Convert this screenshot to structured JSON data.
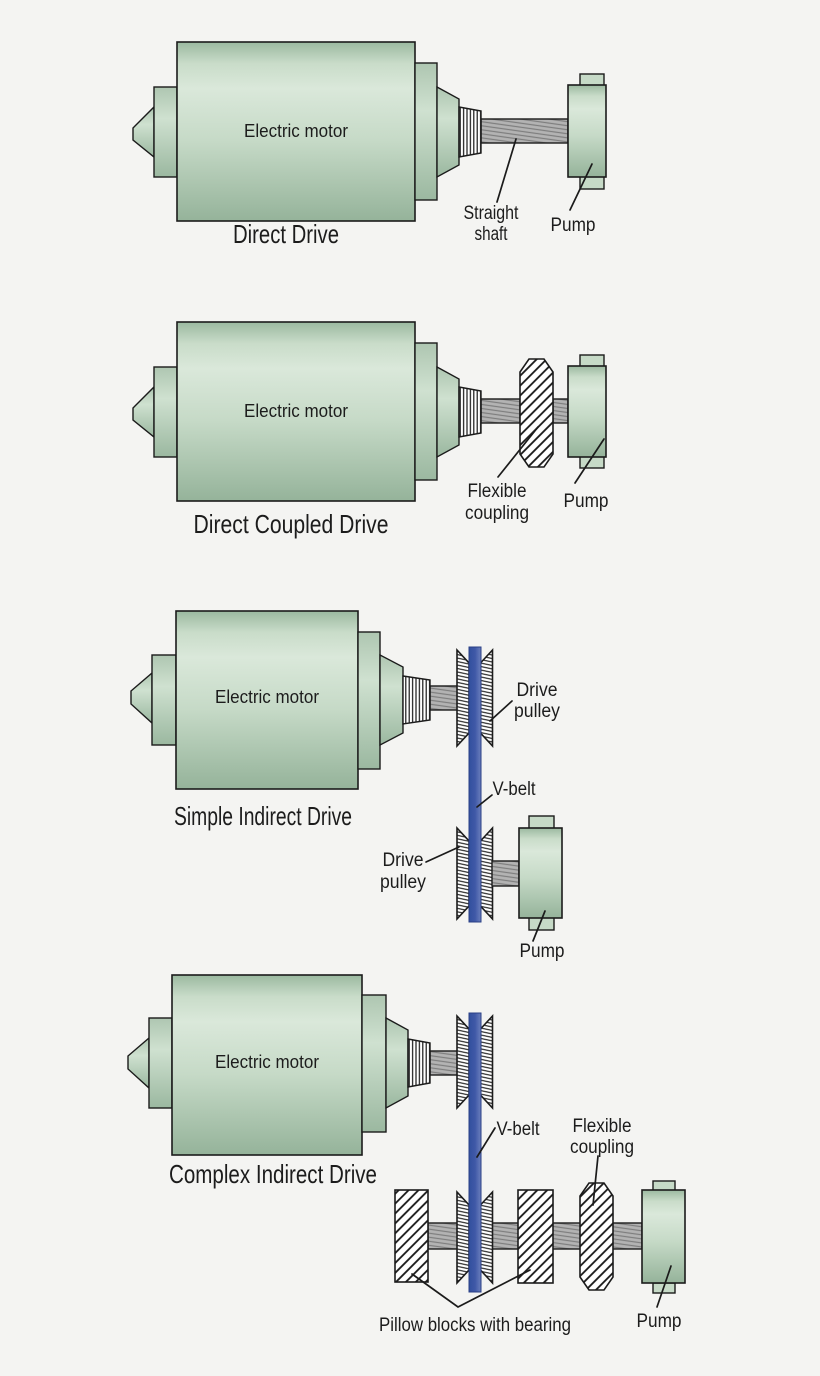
{
  "figure": {
    "description_colors": {
      "motor_green_light": "#dae8da",
      "motor_green_dark": "#95b39a",
      "belt_blue": "#3f58a7",
      "outline": "#1b1b1b",
      "background": "#f4f4f2",
      "shaft_gray": "#b3b3b3"
    }
  },
  "sections": [
    {
      "id": "direct-drive",
      "caption": "Direct Drive",
      "motor_label": "Electric motor",
      "labels": {
        "shaft_line1": "Straight",
        "shaft_line2": "shaft",
        "pump": "Pump"
      }
    },
    {
      "id": "direct-coupled-drive",
      "caption": "Direct Coupled Drive",
      "motor_label": "Electric motor",
      "labels": {
        "coupling_line1": "Flexible",
        "coupling_line2": "coupling",
        "pump": "Pump"
      }
    },
    {
      "id": "simple-indirect-drive",
      "caption": "Simple Indirect Drive",
      "motor_label": "Electric motor",
      "labels": {
        "pulley_top_line1": "Drive",
        "pulley_top_line2": "pulley",
        "vbelt": "V-belt",
        "pulley_bottom_line1": "Drive",
        "pulley_bottom_line2": "pulley",
        "pump": "Pump"
      }
    },
    {
      "id": "complex-indirect-drive",
      "caption": "Complex Indirect Drive",
      "motor_label": "Electric motor",
      "labels": {
        "vbelt": "V-belt",
        "coupling_line1": "Flexible",
        "coupling_line2": "coupling",
        "pillow_blocks": "Pillow blocks with bearing",
        "pump": "Pump"
      }
    }
  ]
}
